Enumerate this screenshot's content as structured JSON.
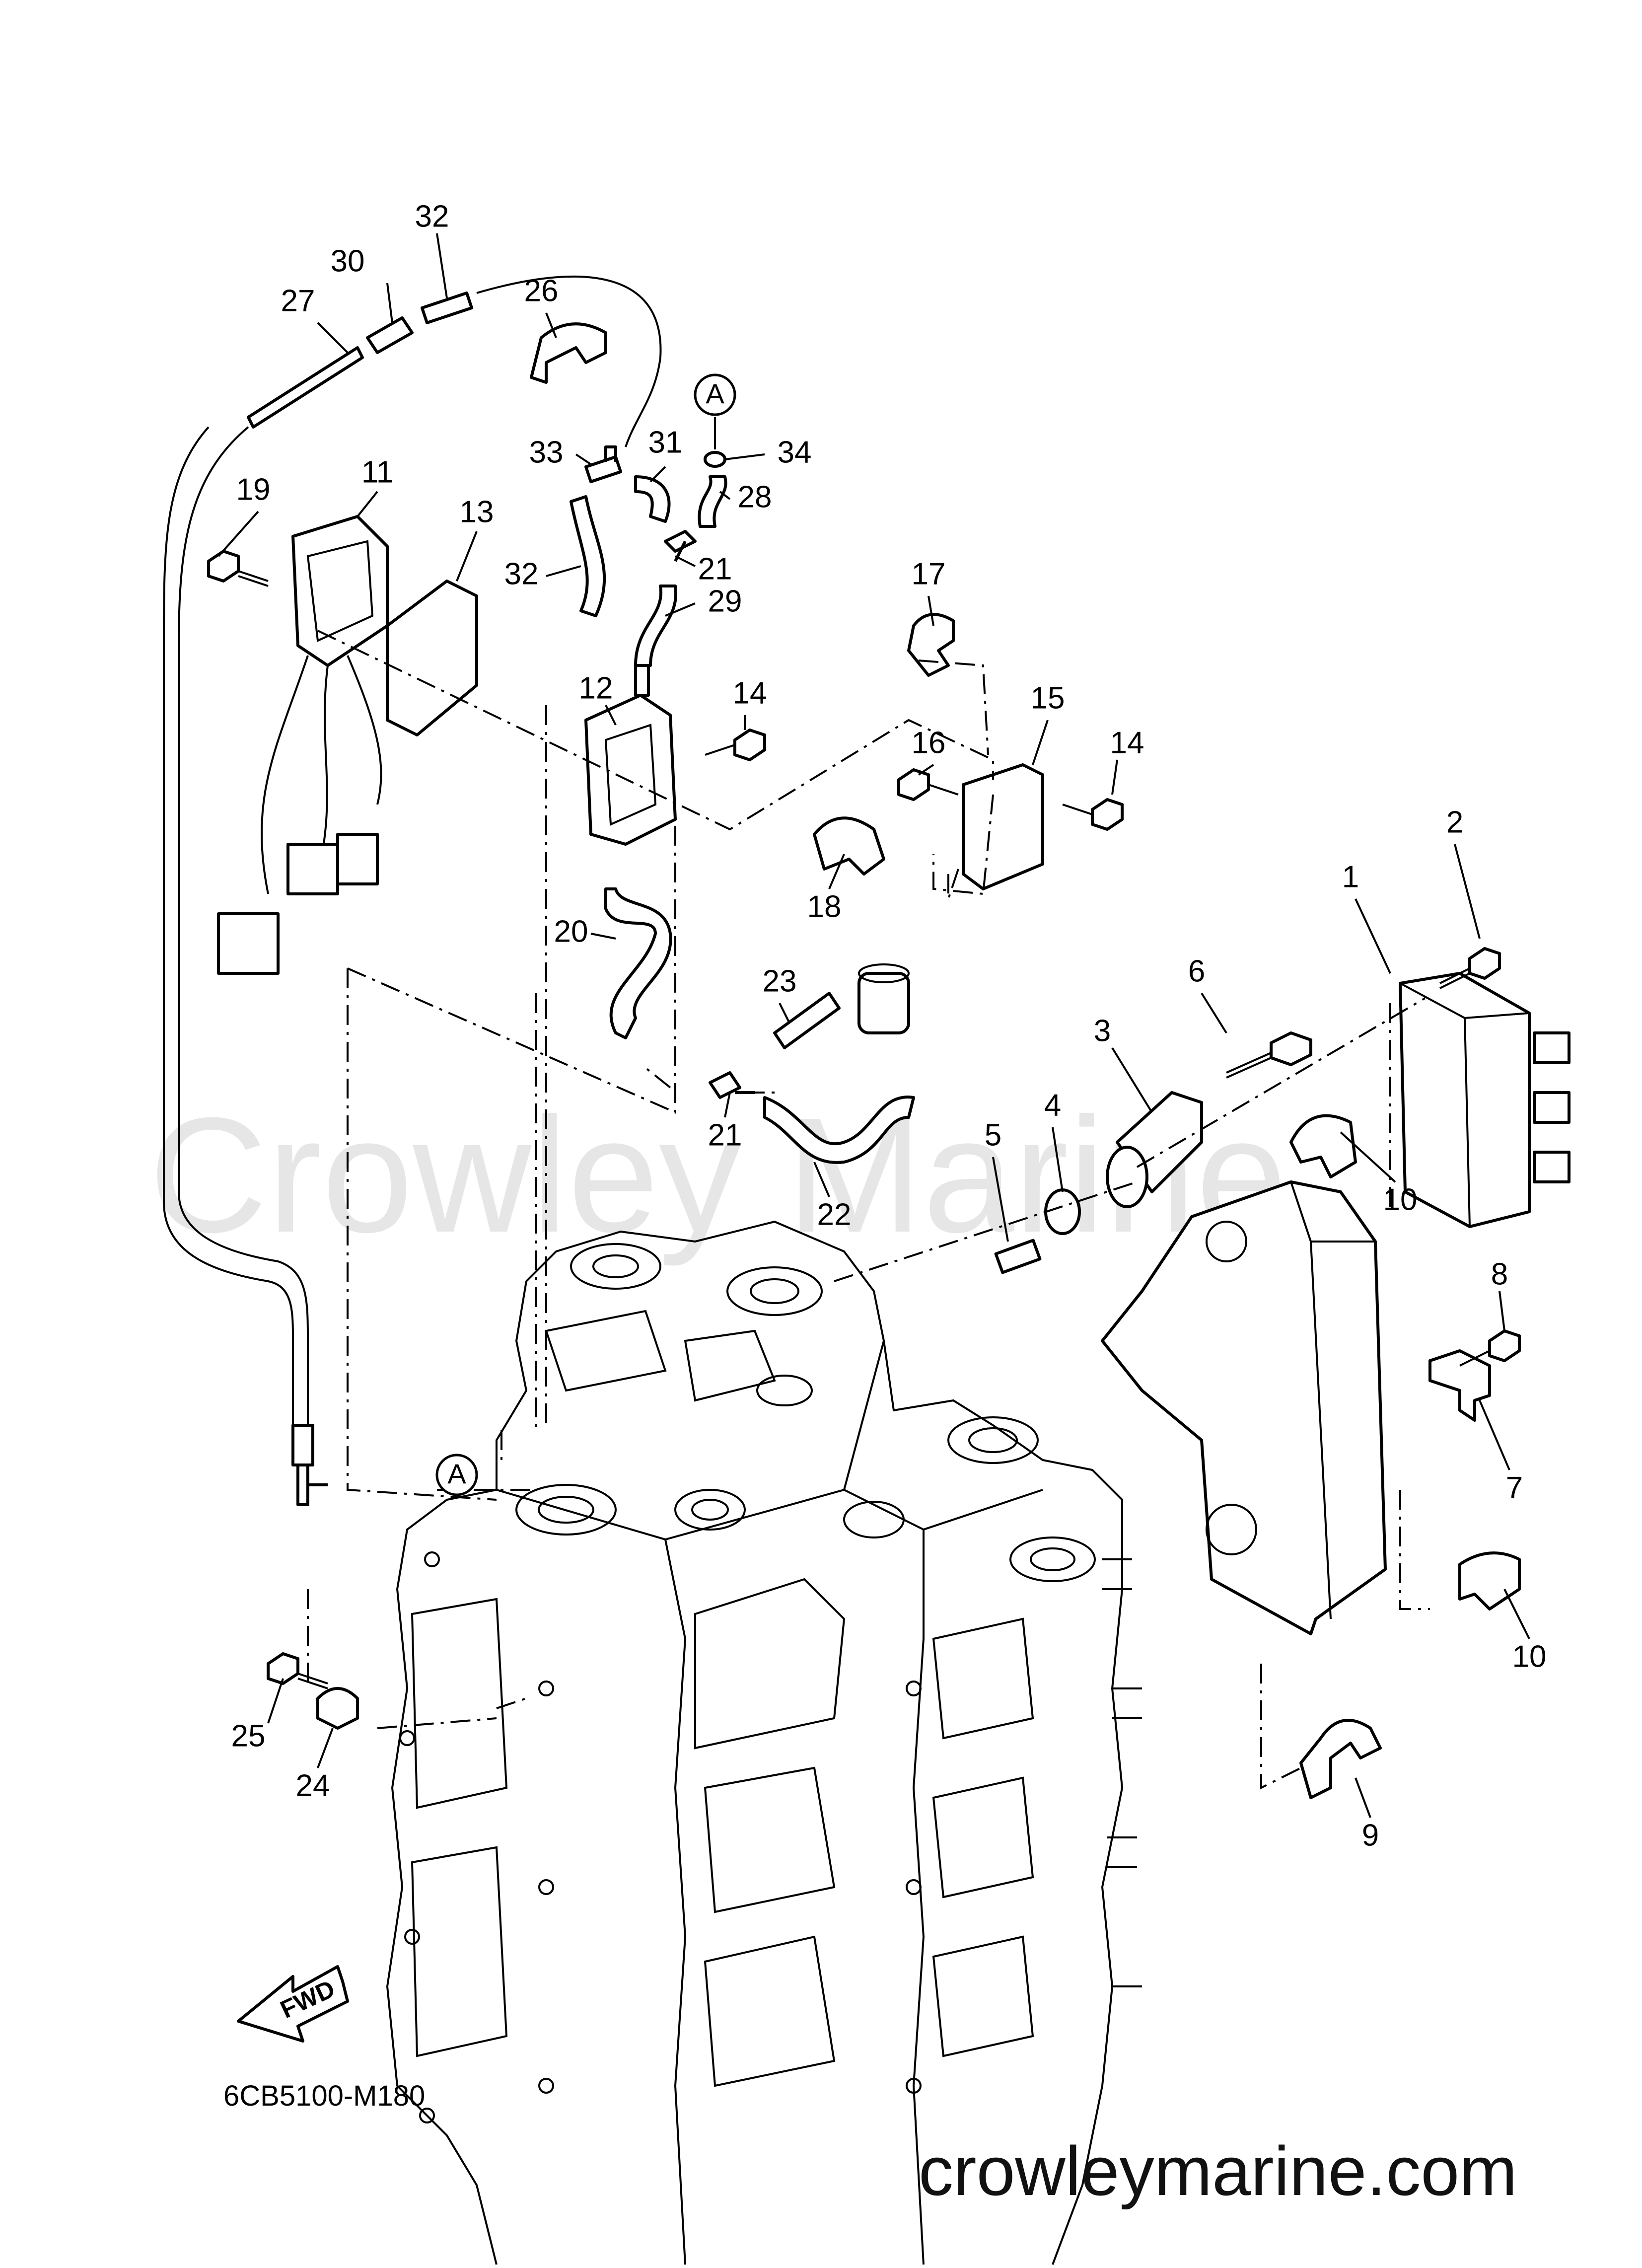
{
  "watermark": "Crowley Marine",
  "diagram_code": "6CB5100-M180",
  "website": "crowleymarine.com",
  "fwd_label": "FWD",
  "reference_marks": [
    "A",
    "A"
  ],
  "callouts": {
    "c1": "1",
    "c2": "2",
    "c3": "3",
    "c4": "4",
    "c5": "5",
    "c6": "6",
    "c7": "7",
    "c8": "8",
    "c9": "9",
    "c10a": "10",
    "c10b": "10",
    "c11": "11",
    "c12": "12",
    "c13": "13",
    "c14a": "14",
    "c14b": "14",
    "c15": "15",
    "c16": "16",
    "c17": "17",
    "c18": "18",
    "c19": "19",
    "c20": "20",
    "c21a": "21",
    "c21b": "21",
    "c22": "22",
    "c23": "23",
    "c24": "24",
    "c25": "25",
    "c26": "26",
    "c27": "27",
    "c28": "28",
    "c29": "29",
    "c30": "30",
    "c31": "31",
    "c32a": "32",
    "c32b": "32",
    "c33": "33",
    "c34": "34"
  }
}
